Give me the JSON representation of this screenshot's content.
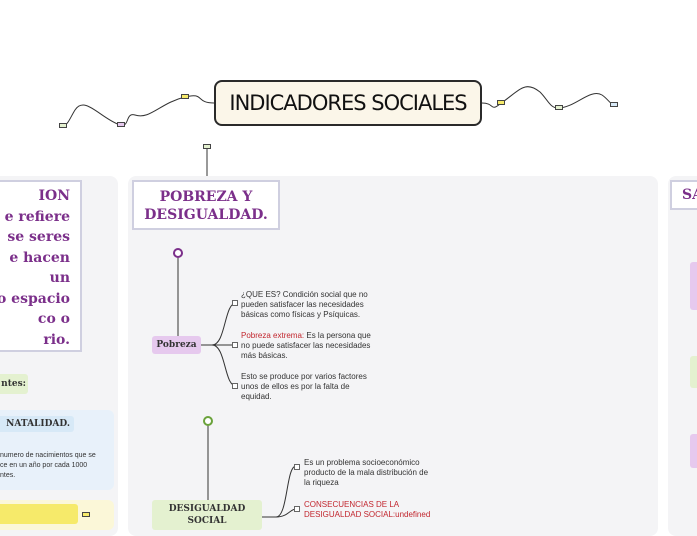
{
  "title": "INDICADORES SOCIALES",
  "left_topic": {
    "lines": [
      "ION",
      "e refiere",
      "se seres",
      "e hacen",
      "un",
      "o espacio",
      "co o",
      "rio."
    ]
  },
  "left_sub": "ntes:",
  "left_natalidad": "NATALIDAD.",
  "left_natalidad_text": [
    "numero de nacimientos  que se",
    "ce en un año por cada 1000",
    "ntes."
  ],
  "center_topic": "POBREZA Y DESIGUALDAD.",
  "right_topic": "SA",
  "pobreza": {
    "label": "Pobreza",
    "notes": [
      {
        "text": "¿QUE ES? Condición social que no pueden satisfacer las necesidades básicas como físicas y Psíquicas.",
        "lines": [
          "¿QUE ES? Condición social que no",
          "pueden satisfacer las necesidades",
          "básicas como físicas y Psíquicas."
        ]
      },
      {
        "red": "Pobreza extrema:",
        "text": " Es la persona que no puede satisfacer las necesidades más básicas.",
        "lines": [
          "Es la persona que",
          "no puede satisfacer las necesidades",
          "más básicas."
        ]
      },
      {
        "text": "Esto se produce por varios factores unos de ellos es por la falta de equidad.",
        "lines": [
          "Esto se produce por varios factores",
          "unos de ellos es por la falta de",
          "equidad."
        ]
      }
    ]
  },
  "desigualdad": {
    "label_lines": [
      "DESIGUALDAD",
      "SOCIAL"
    ],
    "notes": [
      {
        "lines": [
          "Es un problema socioeconómico",
          "producto de la mala distribución de",
          "la riqueza"
        ]
      },
      {
        "red_lines": [
          "CONSECUENCIAS DE LA",
          "DESIGUALDAD SOCIAL:undefined"
        ]
      }
    ]
  },
  "colors": {
    "topic_text": "#7b2f8a",
    "branch_purple": "#e6c9ee",
    "branch_green": "#e4f1d0",
    "branch_yellow": "#f6ea6a",
    "branch_blue": "#d7e9f7",
    "title_bg": "#fbf6e9",
    "red": "#c2262e"
  }
}
